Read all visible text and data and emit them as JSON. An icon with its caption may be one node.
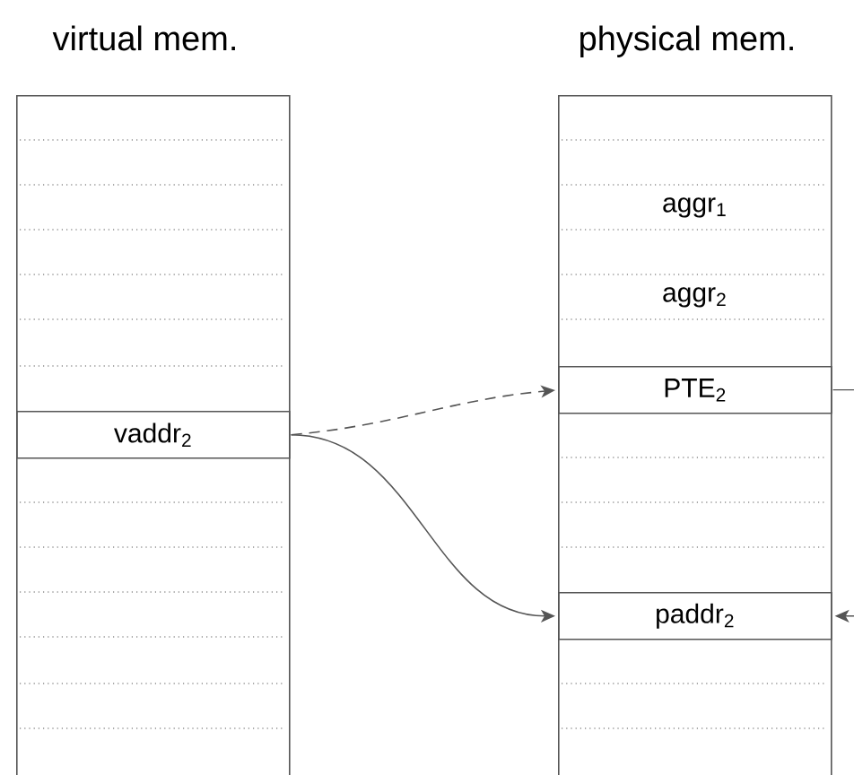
{
  "diagram": {
    "nodes": [
      {
        "text": [
          "virtual mem."
        ]
      },
      {
        "text": [
          "vaddr$_{2}$"
        ],
        "in": 0
      },
      {
        "text": [
          "physical mem."
        ]
      },
      {
        "text": [
          "aggr$_{1}$"
        ],
        "in": 2
      },
      {
        "text": [
          "aggr$_{2}$"
        ],
        "in": 2
      },
      {
        "text": [
          "PTE$_{2}$"
        ],
        "in": 2
      },
      {
        "text": [
          "paddr$_{2}$"
        ],
        "in": 2
      }
    ],
    "edges": [
      {
        "from": 1,
        "to": 5,
        "arrow": "to",
        "style": "dashed"
      },
      {
        "from": 1,
        "to": 6,
        "arrow": "to"
      },
      {
        "from": 5,
        "to": null,
        "arrow": "none"
      },
      {
        "from": null,
        "to": 6,
        "arrow": "to"
      }
    ]
  }
}
